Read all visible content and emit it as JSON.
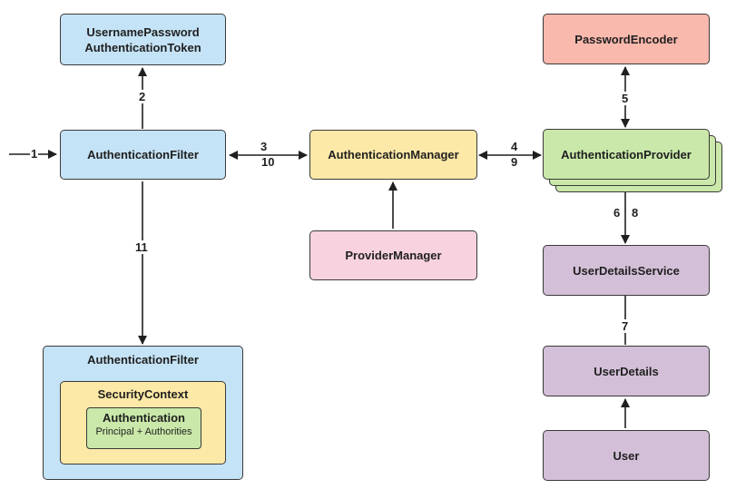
{
  "nodes": {
    "token": "UsernamePassword AuthenticationToken",
    "filter": "AuthenticationFilter",
    "manager": "AuthenticationManager",
    "provider_manager": "ProviderManager",
    "encoder": "PasswordEncoder",
    "provider": "AuthenticationProvider",
    "user_details_service": "UserDetailsService",
    "user_details": "UserDetails",
    "user": "User",
    "filter_outer": "AuthenticationFilter",
    "security_context": "SecurityContext",
    "authentication": "Authentication",
    "authentication_sub": "Principal + Authorities"
  },
  "edge_labels": {
    "e1": "1",
    "e2": "2",
    "e3": "3",
    "e10": "10",
    "e4": "4",
    "e9": "9",
    "e5": "5",
    "e6": "6",
    "e8": "8",
    "e7": "7",
    "e11": "11"
  },
  "colors": {
    "blue": "#c5e3f6",
    "yellow": "#fde9a7",
    "green": "#c9e8a9",
    "red": "#f9b9ad",
    "pink": "#f8d3df",
    "purple": "#d3bfd7",
    "stroke": "#3a3a3a"
  }
}
